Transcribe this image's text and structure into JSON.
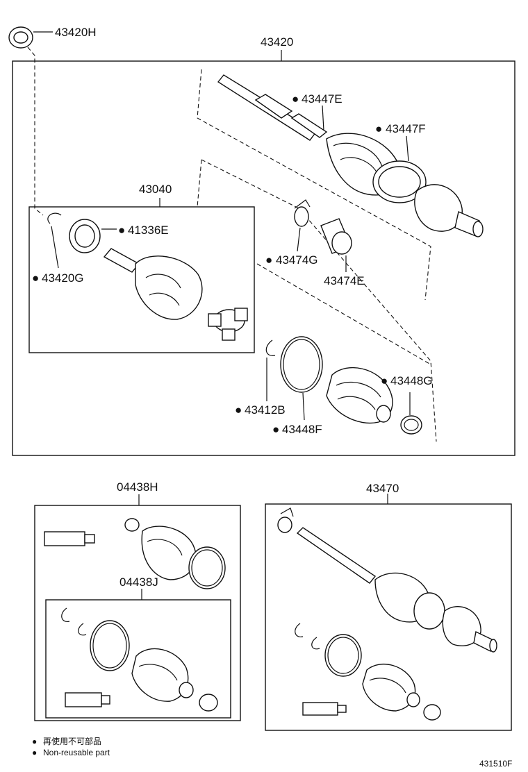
{
  "labels": {
    "p43420H": "43420H",
    "p43420": "43420",
    "p43447E": "43447E",
    "p43447F": "43447F",
    "p43040": "43040",
    "p41336E": "41336E",
    "p43474G": "43474G",
    "p43474E": "43474E",
    "p43420G": "43420G",
    "p43448G": "43448G",
    "p43412B": "43412B",
    "p43448F": "43448F",
    "p04438H": "04438H",
    "p04438J": "04438J",
    "p43470": "43470"
  },
  "non_reusable_marker": "●",
  "legend": {
    "japanese": "再使用不可部品",
    "english": "Non-reusable part"
  },
  "figure_code": "431510F"
}
